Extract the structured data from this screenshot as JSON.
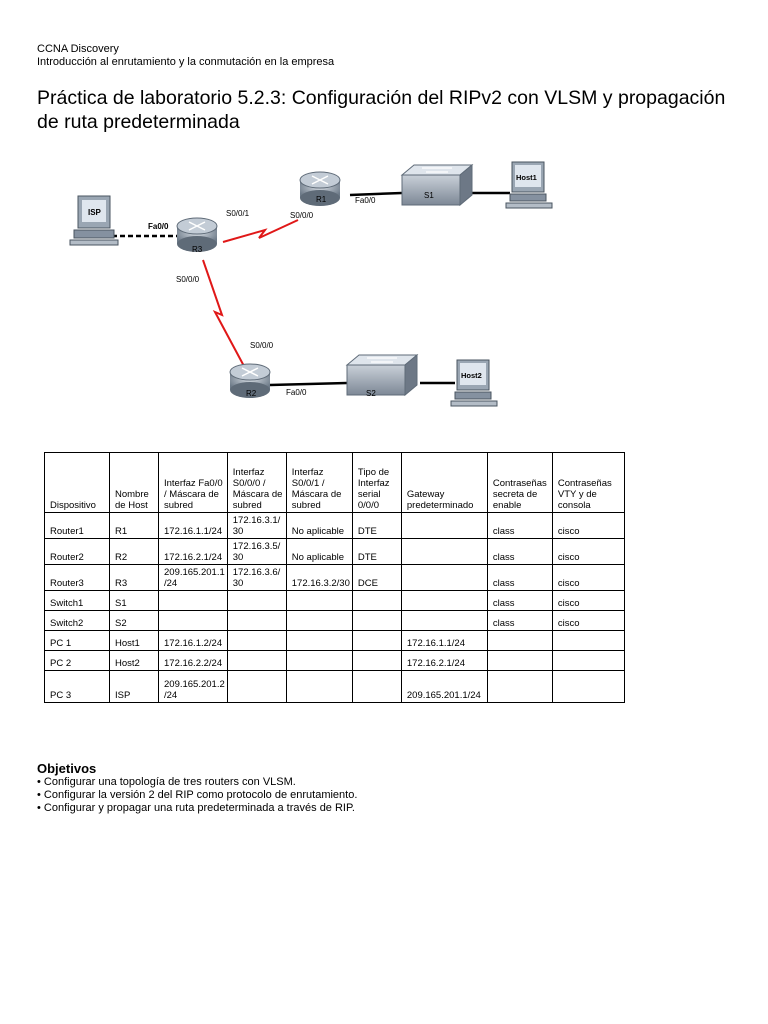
{
  "header": {
    "line1": "CCNA Discovery",
    "line2": "Introducción al enrutamiento y la conmutación en la empresa"
  },
  "title": "Práctica de laboratorio 5.2.3: Configuración del RIPv2 con VLSM y propagación de ruta predeterminada",
  "topology": {
    "isp": "ISP",
    "r3": "R3",
    "r1": "R1",
    "r2": "R2",
    "s1": "S1",
    "s2": "S2",
    "host1": "Host1",
    "host2": "Host2",
    "r3_fa": "Fa0/0",
    "r3_s001": "S0/0/1",
    "r3_s000": "S0/0/0",
    "r1_s000": "S0/0/0",
    "r1_fa": "Fa0/0",
    "r2_s000": "S0/0/0",
    "r2_fa": "Fa0/0"
  },
  "table": {
    "headers": [
      "Dispositivo",
      "Nombre de Host",
      "Interfaz Fa0/0 / Máscara de subred",
      "Interfaz S0/0/0 / Máscara de subred",
      "Interfaz S0/0/1 / Máscara de subred",
      "Tipo de Interfaz serial 0/0/0",
      "Gateway predeterminado",
      "Contraseñas secreta de enable",
      "Contraseñas VTY y de consola"
    ],
    "rows": [
      [
        "Router1",
        "R1",
        "172.16.1.1/24",
        "172.16.3.1/ 30",
        "No aplicable",
        "DTE",
        "",
        "class",
        "cisco"
      ],
      [
        "Router2",
        "R2",
        "172.16.2.1/24",
        "172.16.3.5/ 30",
        "No aplicable",
        "DTE",
        "",
        "class",
        "cisco"
      ],
      [
        "Router3",
        "R3",
        "209.165.201.1 /24",
        "172.16.3.6/ 30",
        "172.16.3.2/30",
        "DCE",
        "",
        "class",
        "cisco"
      ],
      [
        "Switch1",
        "S1",
        "",
        "",
        "",
        "",
        "",
        "class",
        "cisco"
      ],
      [
        "Switch2",
        "S2",
        "",
        "",
        "",
        "",
        "",
        "class",
        "cisco"
      ],
      [
        "PC 1",
        "Host1",
        "172.16.1.2/24",
        "",
        "",
        "",
        "172.16.1.1/24",
        "",
        ""
      ],
      [
        "PC 2",
        "Host2",
        "172.16.2.2/24",
        "",
        "",
        "",
        "172.16.2.1/24",
        "",
        ""
      ],
      [
        "PC 3",
        "ISP",
        "209.165.201.2 /24",
        "",
        "",
        "",
        "209.165.201.1/24",
        "",
        ""
      ]
    ]
  },
  "objetivos": {
    "heading": "Objetivos",
    "items": [
      "Configurar una topología de tres routers con VLSM.",
      "Configurar la versión 2 del RIP como protocolo de enrutamiento.",
      "Configurar y propagar una ruta predeterminada a través de RIP."
    ]
  }
}
